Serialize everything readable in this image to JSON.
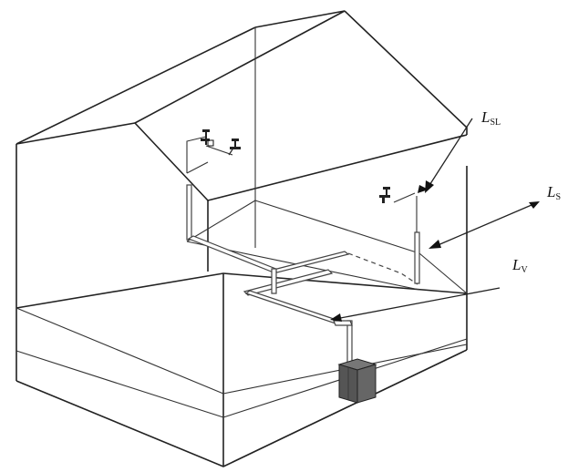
{
  "labels": {
    "lsl": {
      "main": "L",
      "sub": "SL"
    },
    "ls": {
      "main": "L",
      "sub": "S"
    },
    "lv": {
      "main": "L",
      "sub": "V"
    }
  },
  "colors": {
    "line": "#222222",
    "heater": "#555555",
    "background": "#ffffff"
  },
  "icons": [
    "faucet-icon",
    "water-heater-icon"
  ]
}
